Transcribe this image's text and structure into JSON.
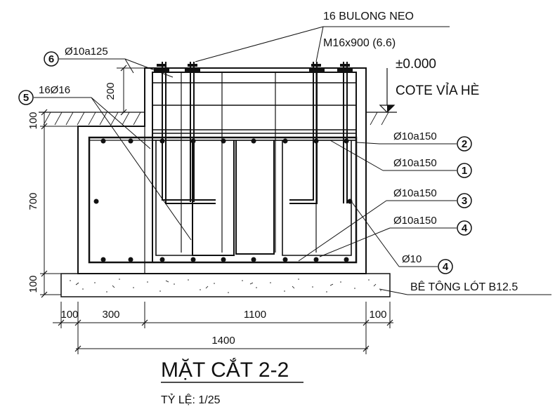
{
  "title": "MẶT CẮT 2-2",
  "scale": "TỶ LỆ: 1/25",
  "bolts": {
    "label_line1": "16 BULONG NEO",
    "label_line2": "M16x900 (6.6)"
  },
  "level": {
    "value": "±0.000",
    "note": "COTE VỈA HÈ"
  },
  "concrete_lean": "BÊ TÔNG LÓT B12.5",
  "rebar_labels": [
    {
      "mark": "6",
      "text": "Ø10a125"
    },
    {
      "mark": "5",
      "text": "16Ø16"
    },
    {
      "mark": "2",
      "text": "Ø10a150"
    },
    {
      "mark": "1",
      "text": "Ø10a150"
    },
    {
      "mark": "3",
      "text": "Ø10a150"
    },
    {
      "mark": "4",
      "text": "Ø10a150"
    },
    {
      "mark": "4",
      "text": "Ø10"
    }
  ],
  "vertical_dims": [
    "200",
    "100",
    "700",
    "100"
  ],
  "horizontal_dims": [
    "100",
    "300",
    "1100",
    "100"
  ],
  "overall_dim": "1400"
}
